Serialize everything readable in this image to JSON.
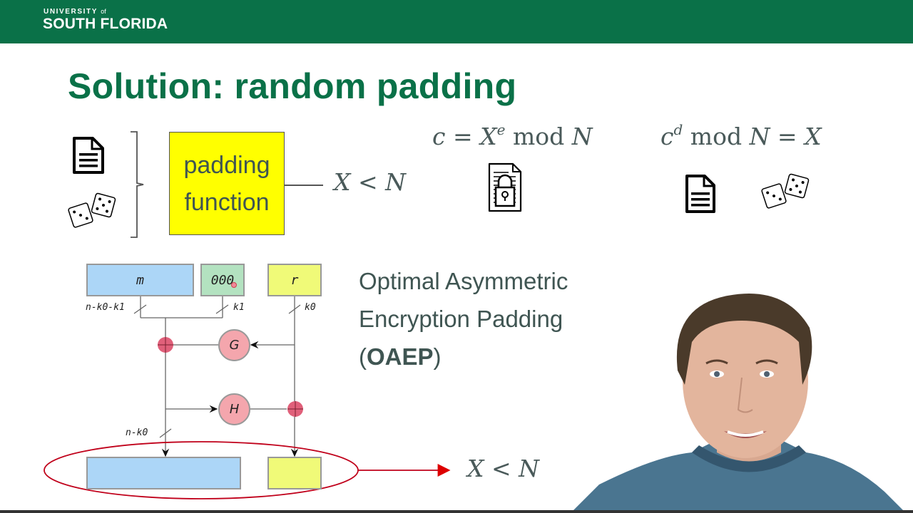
{
  "header": {
    "university_line": "UNIVERSITY",
    "of": "of",
    "name": "SOUTH FLORIDA",
    "color": "#0a7148"
  },
  "slide": {
    "title": "Solution: random padding",
    "inputs": {
      "message_icon": "document-icon",
      "random_icon": "dice-icon"
    },
    "padding_box": {
      "line1": "padding",
      "line2": "function",
      "color": "#ffff00"
    },
    "output_condition": "X < N",
    "encrypt_formula": "c = X^e mod N",
    "encrypt_icon": "locked-document-icon",
    "decrypt_formula": "c^d mod N = X",
    "decrypt_icons": [
      "document-icon",
      "dice-icon"
    ],
    "oaep": {
      "line1": "Optimal Asymmetric",
      "line2": "Encryption Padding",
      "open_paren": "(",
      "acronym": "OAEP",
      "close_paren": ")"
    },
    "diagram": {
      "blocks": [
        {
          "id": "m",
          "label": "m",
          "color": "#acd6f7"
        },
        {
          "id": "zeros",
          "label": "000",
          "color": "#b3e2c0"
        },
        {
          "id": "r",
          "label": "r",
          "color": "#f0fa78"
        }
      ],
      "bit_labels": [
        "n-k0-k1",
        "k1",
        "k0",
        "n-k0"
      ],
      "functions": [
        "G",
        "H"
      ],
      "output_blocks": [
        {
          "id": "x",
          "color": "#acd6f7"
        },
        {
          "id": "y",
          "color": "#f0fa78"
        }
      ],
      "output_condition": "X < N",
      "highlight_color": "#c0001a"
    }
  },
  "presenter": {
    "description": "presenter video overlay"
  }
}
